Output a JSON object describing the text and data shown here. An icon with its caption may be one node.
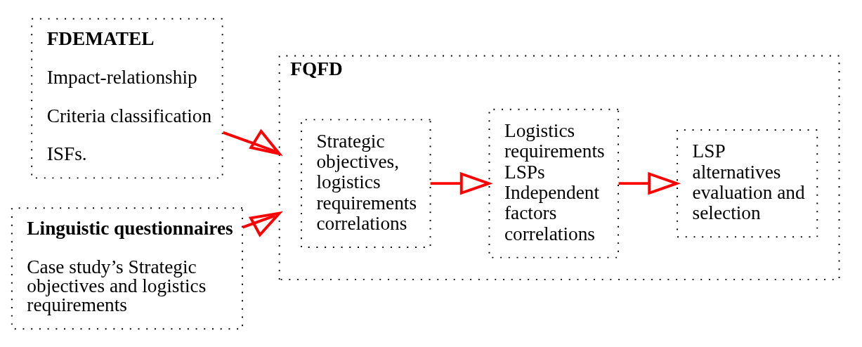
{
  "diagram": {
    "nodes": [
      {
        "text": [
          "FDEMATEL",
          "Impact-relationship",
          "Criteria classification",
          "ISFs."
        ]
      },
      {
        "text": [
          "Linguistic questionnaires",
          "Case study’s Strategic objectives and logistics requirements"
        ]
      },
      {
        "text": [
          "FQFD"
        ]
      },
      {
        "text": [
          "Strategic objectives, logistics requirements correlations"
        ],
        "in": 2
      },
      {
        "text": [
          "Logistics requirements",
          "LSPs",
          "Independent factors correlations"
        ],
        "in": 2
      },
      {
        "text": [
          "LSP alternatives evaluation and selection"
        ],
        "in": 2
      }
    ],
    "edges": [
      {
        "from": 0,
        "to": 2,
        "arrow": "to"
      },
      {
        "from": 1,
        "to": 2,
        "arrow": "to"
      },
      {
        "from": 3,
        "to": 4,
        "arrow": "to"
      },
      {
        "from": 4,
        "to": 5,
        "arrow": "to"
      }
    ]
  }
}
